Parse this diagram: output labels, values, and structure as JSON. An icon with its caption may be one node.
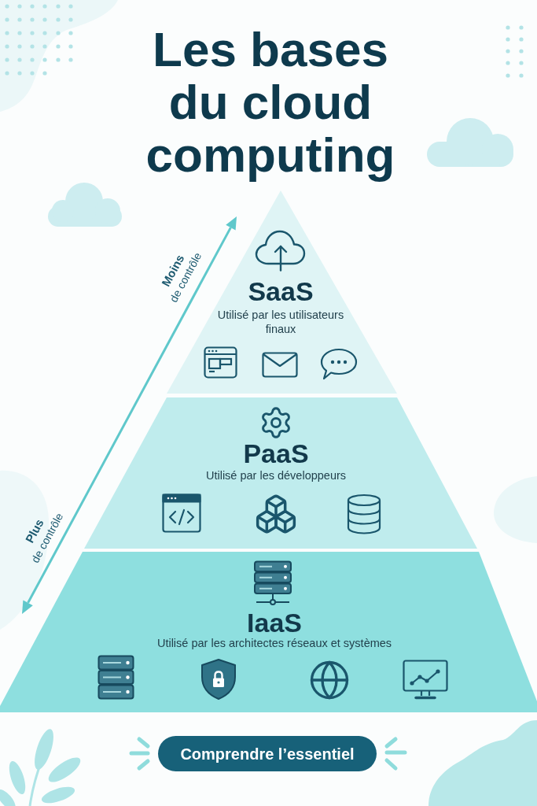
{
  "diagram": {
    "title": "Les bases du cloud computing",
    "nodes": [
      {
        "text": [
          "SaaS",
          "Utilisé par les utilisateurs finaux"
        ]
      },
      {
        "text": [
          "PaaS",
          "Utilisé par les développeurs"
        ]
      },
      {
        "text": [
          "IaaS",
          "Utilisé par les architectes réseaux et systèmes"
        ]
      },
      {
        "text": [
          "Comprendre l’essentiel"
        ]
      }
    ],
    "labels": [
      "**Moins** de contrôle",
      "**Plus** de contrôle"
    ]
  }
}
